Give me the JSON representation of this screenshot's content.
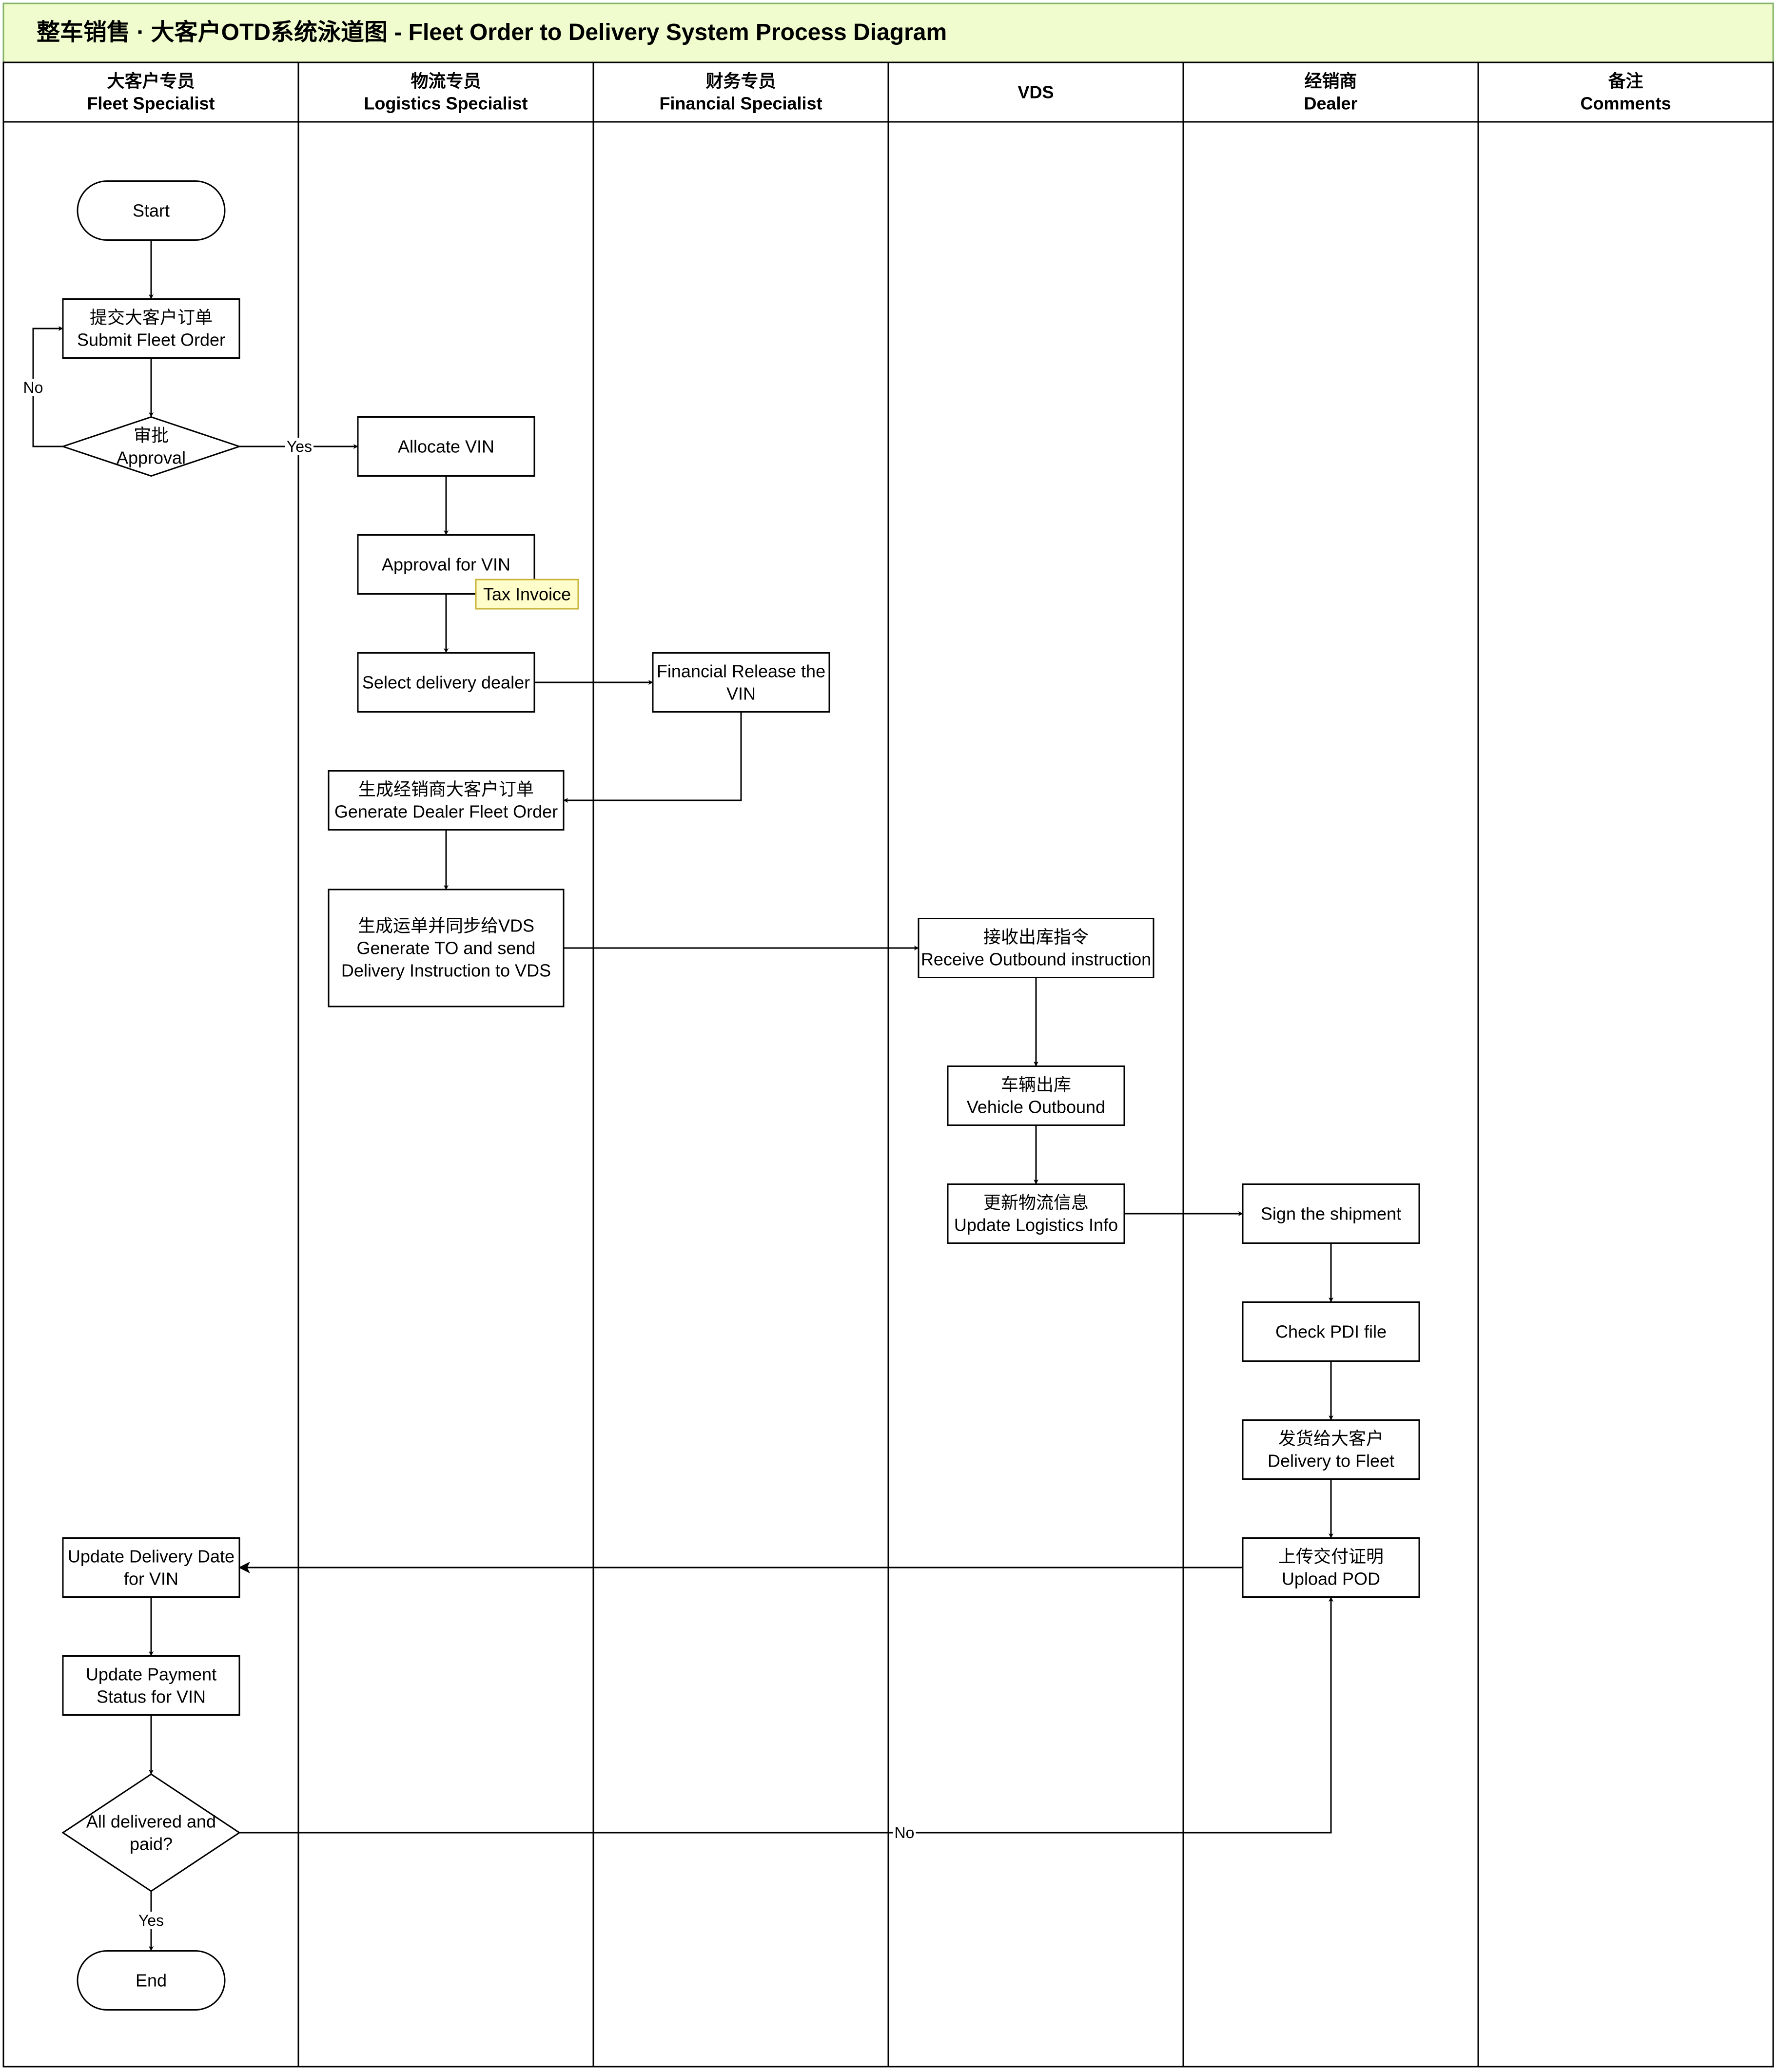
{
  "title": "整车销售 · 大客户OTD系统泳道图 - Fleet Order to Delivery System Process Diagram",
  "colors": {
    "title_bg": "#f0fccd",
    "title_border": "#82b366",
    "note_bg": "#fffdc9",
    "note_border": "#c9b338",
    "line": "#000000",
    "box_fill": "#ffffff"
  },
  "lanes": [
    {
      "id": "fleet",
      "lines": [
        "大客户专员",
        "Fleet Specialist"
      ]
    },
    {
      "id": "logistics",
      "lines": [
        "物流专员",
        "Logistics Specialist"
      ]
    },
    {
      "id": "financial",
      "lines": [
        "财务专员",
        "Financial Specialist"
      ]
    },
    {
      "id": "vds",
      "lines": [
        "VDS"
      ]
    },
    {
      "id": "dealer",
      "lines": [
        "经销商",
        "Dealer"
      ]
    },
    {
      "id": "comments",
      "lines": [
        "备注",
        "Comments"
      ]
    }
  ],
  "nodes": [
    {
      "id": "start",
      "shape": "terminator",
      "lines": [
        "Start"
      ]
    },
    {
      "id": "submit-fleet-order",
      "shape": "process",
      "lines": [
        "提交大客户订单",
        "Submit Fleet Order"
      ]
    },
    {
      "id": "approval",
      "shape": "decision",
      "lines": [
        "审批",
        "Approval"
      ]
    },
    {
      "id": "allocate-vin",
      "shape": "process",
      "lines": [
        "Allocate VIN"
      ]
    },
    {
      "id": "approval-for-vin",
      "shape": "process",
      "lines": [
        "Approval for VIN"
      ]
    },
    {
      "id": "tax-invoice",
      "shape": "note",
      "lines": [
        "Tax Invoice"
      ]
    },
    {
      "id": "select-delivery-dealer",
      "shape": "process",
      "lines": [
        "Select delivery dealer"
      ]
    },
    {
      "id": "financial-release",
      "shape": "process",
      "lines": [
        "Financial Release the",
        "VIN"
      ]
    },
    {
      "id": "generate-dealer-fleet-order",
      "shape": "process",
      "lines": [
        "生成经销商大客户订单",
        "Generate Dealer Fleet Order"
      ]
    },
    {
      "id": "generate-to",
      "shape": "process",
      "lines": [
        "生成运单并同步给VDS",
        "Generate TO and send",
        "Delivery Instruction to VDS"
      ]
    },
    {
      "id": "receive-outbound",
      "shape": "process",
      "lines": [
        "接收出库指令",
        "Receive Outbound instruction"
      ]
    },
    {
      "id": "vehicle-outbound",
      "shape": "process",
      "lines": [
        "车辆出库",
        "Vehicle Outbound"
      ]
    },
    {
      "id": "update-logistics-info",
      "shape": "process",
      "lines": [
        "更新物流信息",
        "Update Logistics Info"
      ]
    },
    {
      "id": "sign-shipment",
      "shape": "process",
      "lines": [
        "Sign the shipment"
      ]
    },
    {
      "id": "check-pdi",
      "shape": "process",
      "lines": [
        "Check PDI file"
      ]
    },
    {
      "id": "delivery-to-fleet",
      "shape": "process",
      "lines": [
        "发货给大客户",
        "Delivery to Fleet"
      ]
    },
    {
      "id": "upload-pod",
      "shape": "process",
      "lines": [
        "上传交付证明",
        "Upload POD"
      ]
    },
    {
      "id": "update-delivery-date",
      "shape": "process",
      "lines": [
        "Update Delivery Date",
        "for VIN"
      ]
    },
    {
      "id": "update-payment-status",
      "shape": "process",
      "lines": [
        "Update Payment",
        "Status for VIN"
      ]
    },
    {
      "id": "all-delivered-paid",
      "shape": "decision",
      "lines": [
        "All delivered and",
        "paid?"
      ]
    },
    {
      "id": "end",
      "shape": "terminator",
      "lines": [
        "End"
      ]
    }
  ],
  "edges": [
    {
      "from": "start",
      "to": "submit-fleet-order",
      "label": ""
    },
    {
      "from": "submit-fleet-order",
      "to": "approval",
      "label": ""
    },
    {
      "from": "approval",
      "to": "submit-fleet-order",
      "label": "No"
    },
    {
      "from": "approval",
      "to": "allocate-vin",
      "label": "Yes"
    },
    {
      "from": "allocate-vin",
      "to": "approval-for-vin",
      "label": ""
    },
    {
      "from": "approval-for-vin",
      "to": "select-delivery-dealer",
      "label": ""
    },
    {
      "from": "select-delivery-dealer",
      "to": "financial-release",
      "label": ""
    },
    {
      "from": "financial-release",
      "to": "generate-dealer-fleet-order",
      "label": ""
    },
    {
      "from": "generate-dealer-fleet-order",
      "to": "generate-to",
      "label": ""
    },
    {
      "from": "generate-to",
      "to": "receive-outbound",
      "label": ""
    },
    {
      "from": "receive-outbound",
      "to": "vehicle-outbound",
      "label": ""
    },
    {
      "from": "vehicle-outbound",
      "to": "update-logistics-info",
      "label": ""
    },
    {
      "from": "update-logistics-info",
      "to": "sign-shipment",
      "label": ""
    },
    {
      "from": "sign-shipment",
      "to": "check-pdi",
      "label": ""
    },
    {
      "from": "check-pdi",
      "to": "delivery-to-fleet",
      "label": ""
    },
    {
      "from": "delivery-to-fleet",
      "to": "upload-pod",
      "label": ""
    },
    {
      "from": "upload-pod",
      "to": "update-delivery-date",
      "label": ""
    },
    {
      "from": "update-delivery-date",
      "to": "update-payment-status",
      "label": ""
    },
    {
      "from": "update-payment-status",
      "to": "all-delivered-paid",
      "label": ""
    },
    {
      "from": "all-delivered-paid",
      "to": "upload-pod",
      "label": "No"
    },
    {
      "from": "all-delivered-paid",
      "to": "end",
      "label": "Yes"
    }
  ]
}
